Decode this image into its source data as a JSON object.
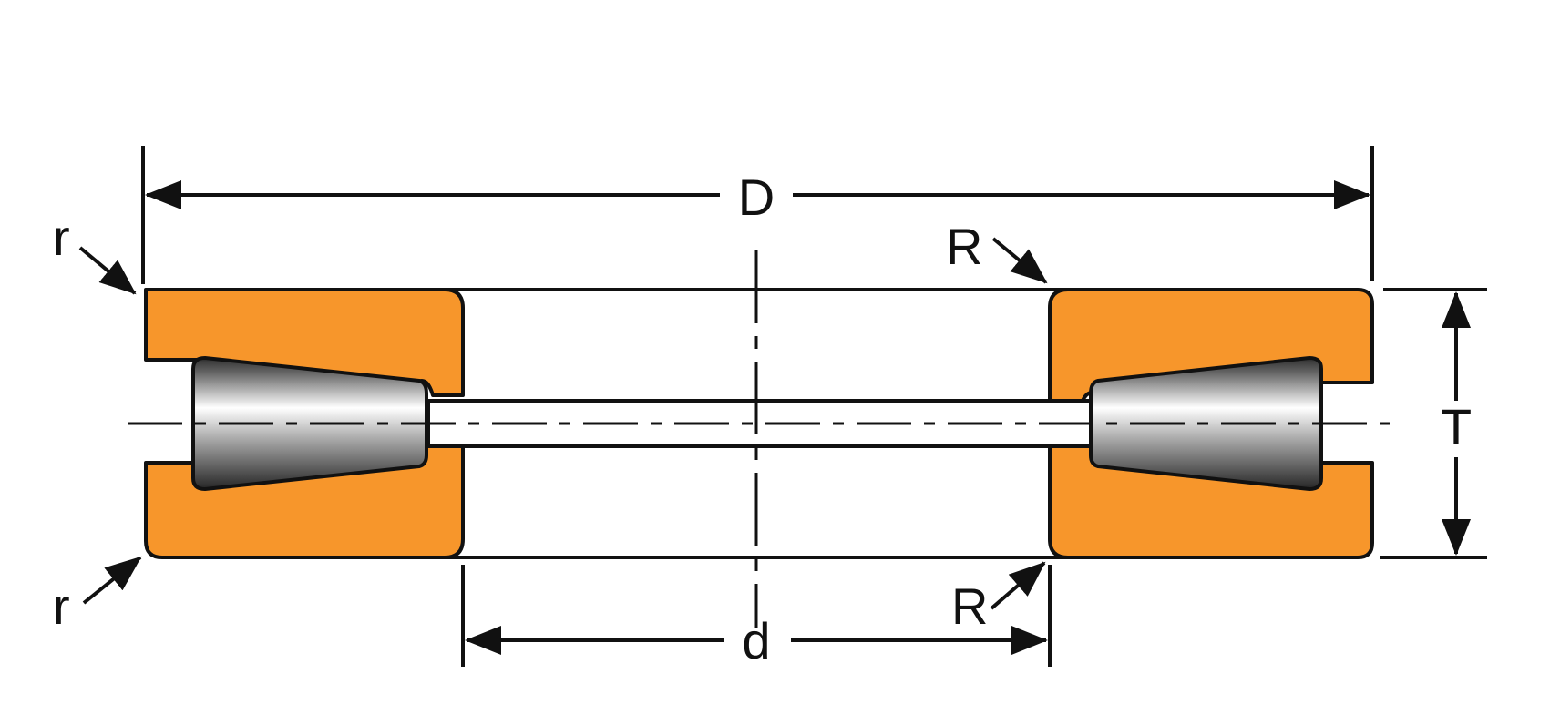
{
  "diagram": {
    "labels": {
      "outer_diameter": "D",
      "bore_diameter": "d",
      "height": "T",
      "radius_top_left": "r",
      "radius_bottom_left": "r",
      "radius_top_right": "R",
      "radius_bottom_right": "R"
    },
    "colors": {
      "ring": "#F7962B",
      "outline": "#111111",
      "roller_light": "#FFFFFF",
      "roller_dark": "#2E2E2E",
      "background": "#FFFFFF"
    }
  }
}
